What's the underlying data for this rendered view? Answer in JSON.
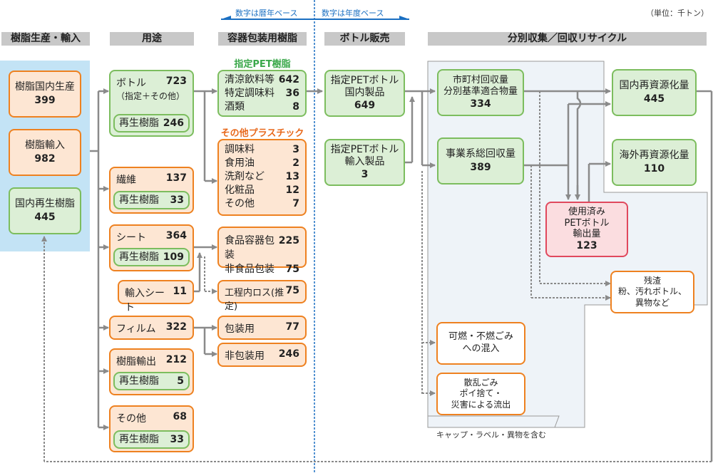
{
  "unit_note": "（単位：千トン）",
  "basis": {
    "left": "数字は暦年ベース",
    "right": "数字は年度ベース",
    "accent_color": "#1a6fc2"
  },
  "headers": {
    "production": "樹脂生産・輸入",
    "use": "用途",
    "container_resin": "容器包装用樹脂",
    "bottle_sales": "ボトル販売",
    "collection": "分別収集／回収リサイクル"
  },
  "production": {
    "domestic": {
      "label": "樹脂国内生産",
      "value": "399"
    },
    "import": {
      "label": "樹脂輸入",
      "value": "982"
    },
    "recycled": {
      "label": "国内再生樹脂",
      "value": "445"
    }
  },
  "uses": {
    "bottle": {
      "label": "ボトル",
      "value": "723",
      "sub": "（指定＋その他）",
      "recycled_label": "再生樹脂",
      "recycled_value": "246"
    },
    "fiber": {
      "label": "繊維",
      "value": "137",
      "recycled_label": "再生樹脂",
      "recycled_value": "33"
    },
    "sheet": {
      "label": "シート",
      "value": "364",
      "recycled_label": "再生樹脂",
      "recycled_value": "109"
    },
    "import_sheet": {
      "label": "輸入シート",
      "value": "11"
    },
    "film": {
      "label": "フィルム",
      "value": "322"
    },
    "resin_export": {
      "label": "樹脂輸出",
      "value": "212",
      "recycled_label": "再生樹脂",
      "recycled_value": "5"
    },
    "other": {
      "label": "その他",
      "value": "68",
      "recycled_label": "再生樹脂",
      "recycled_value": "33"
    }
  },
  "container": {
    "pet_title": "指定PET樹脂",
    "pet_items": [
      {
        "label": "清涼飲料等",
        "value": "642"
      },
      {
        "label": "特定調味料",
        "value": "36"
      },
      {
        "label": "酒類",
        "value": "8"
      }
    ],
    "other_title": "その他プラスチック",
    "other_items": [
      {
        "label": "調味料",
        "value": "3"
      },
      {
        "label": "食用油",
        "value": "2"
      },
      {
        "label": "洗剤など",
        "value": "13"
      },
      {
        "label": "化粧品",
        "value": "12"
      },
      {
        "label": "その他",
        "value": "7"
      }
    ],
    "sheet_items": [
      {
        "label": "食品容器包装",
        "value": "225"
      },
      {
        "label": "非食品包装",
        "value": "75"
      }
    ],
    "process_loss": {
      "label": "工程内ロス(推定)",
      "value": "75"
    },
    "packaging": {
      "label": "包装用",
      "value": "77"
    },
    "non_packaging": {
      "label": "非包装用",
      "value": "246"
    }
  },
  "bottle_sales": {
    "domestic": {
      "line1": "指定PETボトル",
      "line2": "国内製品",
      "value": "649"
    },
    "import": {
      "line1": "指定PETボトル",
      "line2": "輸入製品",
      "value": "3"
    }
  },
  "collection": {
    "municipal": {
      "line1": "市町村回収量",
      "line2": "分別基準適合物量",
      "value": "334"
    },
    "business": {
      "line1": "事業系総回収量",
      "value": "389"
    },
    "domestic_recycle": {
      "label": "国内再資源化量",
      "value": "445"
    },
    "overseas_recycle": {
      "label": "海外再資源化量",
      "value": "110"
    },
    "export": {
      "line1": "使用済み",
      "line2": "PETボトル",
      "line3": "輸出量",
      "value": "123"
    },
    "residue": {
      "line1": "残渣",
      "line2": "粉、汚れボトル、",
      "line3": "異物など"
    },
    "mixed": {
      "line1": "可燃・不燃ごみ",
      "line2": "への混入"
    },
    "litter": {
      "line1": "散乱ごみ",
      "line2": "ポイ捨て・",
      "line3": "災害による流出"
    },
    "note": "キャップ・ラベル・異物を含む"
  }
}
